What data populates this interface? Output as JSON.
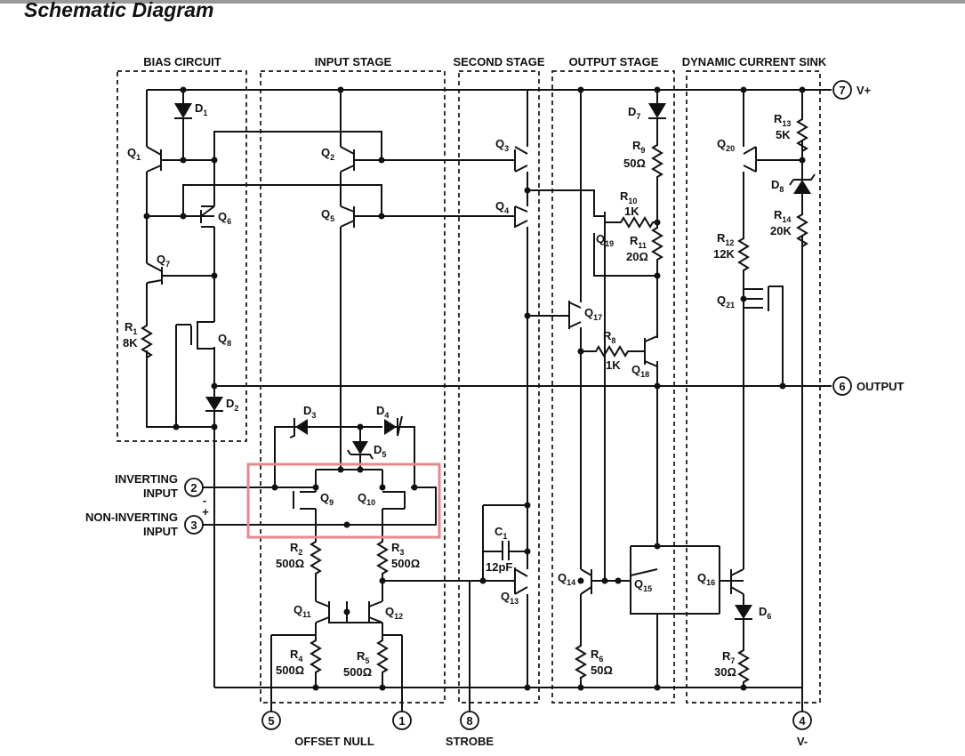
{
  "title": "Schematic Diagram",
  "sections": {
    "bias": "BIAS CIRCUIT",
    "input": "INPUT STAGE",
    "second": "SECOND STAGE",
    "output": "OUTPUT STAGE",
    "sink": "DYNAMIC CURRENT SINK"
  },
  "pins": {
    "p7": "7",
    "p6": "6",
    "p2": "2",
    "p3": "3",
    "p5": "5",
    "p1": "1",
    "p8": "8",
    "p4": "4",
    "vplus": "V+",
    "vminus": "V-",
    "output": "OUTPUT",
    "inv1": "INVERTING",
    "inv2": "INPUT",
    "ninv1": "NON-INVERTING",
    "ninv2": "INPUT",
    "minus": "-",
    "plus": "+",
    "offset_null": "OFFSET NULL",
    "strobe": "STROBE"
  },
  "components": {
    "D1": {
      "letter": "D",
      "sub": "1"
    },
    "D2": {
      "letter": "D",
      "sub": "2"
    },
    "D3": {
      "letter": "D",
      "sub": "3"
    },
    "D4": {
      "letter": "D",
      "sub": "4"
    },
    "D5": {
      "letter": "D",
      "sub": "5"
    },
    "D6": {
      "letter": "D",
      "sub": "6"
    },
    "D7": {
      "letter": "D",
      "sub": "7"
    },
    "D8": {
      "letter": "D",
      "sub": "8"
    },
    "Q1": {
      "letter": "Q",
      "sub": "1"
    },
    "Q2": {
      "letter": "Q",
      "sub": "2"
    },
    "Q3": {
      "letter": "Q",
      "sub": "3"
    },
    "Q4": {
      "letter": "Q",
      "sub": "4"
    },
    "Q5": {
      "letter": "Q",
      "sub": "5"
    },
    "Q6": {
      "letter": "Q",
      "sub": "6"
    },
    "Q7": {
      "letter": "Q",
      "sub": "7"
    },
    "Q8": {
      "letter": "Q",
      "sub": "8"
    },
    "Q9": {
      "letter": "Q",
      "sub": "9"
    },
    "Q10": {
      "letter": "Q",
      "sub": "10"
    },
    "Q11": {
      "letter": "Q",
      "sub": "11"
    },
    "Q12": {
      "letter": "Q",
      "sub": "12"
    },
    "Q13": {
      "letter": "Q",
      "sub": "13"
    },
    "Q14": {
      "letter": "Q",
      "sub": "14"
    },
    "Q15": {
      "letter": "Q",
      "sub": "15"
    },
    "Q16": {
      "letter": "Q",
      "sub": "16"
    },
    "Q17": {
      "letter": "Q",
      "sub": "17"
    },
    "Q18": {
      "letter": "Q",
      "sub": "18"
    },
    "Q19": {
      "letter": "Q",
      "sub": "19"
    },
    "Q20": {
      "letter": "Q",
      "sub": "20"
    },
    "Q21": {
      "letter": "Q",
      "sub": "21"
    },
    "R1": {
      "letter": "R",
      "sub": "1",
      "value": "8K"
    },
    "R2": {
      "letter": "R",
      "sub": "2",
      "value": "500Ω"
    },
    "R3": {
      "letter": "R",
      "sub": "3",
      "value": "500Ω"
    },
    "R4": {
      "letter": "R",
      "sub": "4",
      "value": "500Ω"
    },
    "R5": {
      "letter": "R",
      "sub": "5",
      "value": "500Ω"
    },
    "R6": {
      "letter": "R",
      "sub": "6",
      "value": "50Ω"
    },
    "R7": {
      "letter": "R",
      "sub": "7",
      "value": "30Ω"
    },
    "R8": {
      "letter": "R",
      "sub": "8",
      "value": "1K"
    },
    "R9": {
      "letter": "R",
      "sub": "9",
      "value": "50Ω"
    },
    "R10": {
      "letter": "R",
      "sub": "10",
      "value": "1K"
    },
    "R11": {
      "letter": "R",
      "sub": "11",
      "value": "20Ω"
    },
    "R12": {
      "letter": "R",
      "sub": "12",
      "value": "12K"
    },
    "R13": {
      "letter": "R",
      "sub": "13",
      "value": "5K"
    },
    "R14": {
      "letter": "R",
      "sub": "14",
      "value": "20K"
    },
    "C1": {
      "letter": "C",
      "sub": "1",
      "value": "12pF"
    }
  },
  "colors": {
    "highlight": "#e8888a",
    "ink": "#111111"
  }
}
